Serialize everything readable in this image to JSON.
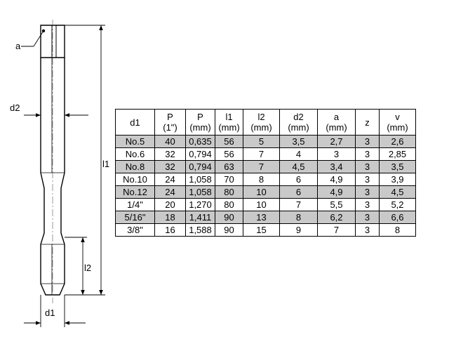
{
  "labels": {
    "a": "a",
    "d2": "d2",
    "l1": "l1",
    "l2": "l2",
    "d1": "d1"
  },
  "table": {
    "headers": [
      {
        "line1": "d1",
        "line2": ""
      },
      {
        "line1": "P",
        "line2": "(1\")"
      },
      {
        "line1": "P",
        "line2": "(mm)"
      },
      {
        "line1": "l1",
        "line2": "(mm)"
      },
      {
        "line1": "l2",
        "line2": "(mm)"
      },
      {
        "line1": "d2",
        "line2": "(mm)"
      },
      {
        "line1": "a",
        "line2": "(mm)"
      },
      {
        "line1": "z",
        "line2": ""
      },
      {
        "line1": "v",
        "line2": "(mm)"
      }
    ],
    "rows": [
      [
        "No.5",
        "40",
        "0,635",
        "56",
        "5",
        "3,5",
        "2,7",
        "3",
        "2,6"
      ],
      [
        "No.6",
        "32",
        "0,794",
        "56",
        "7",
        "4",
        "3",
        "3",
        "2,85"
      ],
      [
        "No.8",
        "32",
        "0,794",
        "63",
        "7",
        "4,5",
        "3,4",
        "3",
        "3,5"
      ],
      [
        "No.10",
        "24",
        "1,058",
        "70",
        "8",
        "6",
        "4,9",
        "3",
        "3,9"
      ],
      [
        "No.12",
        "24",
        "1,058",
        "80",
        "10",
        "6",
        "4,9",
        "3",
        "4,5"
      ],
      [
        "1/4\"",
        "20",
        "1,270",
        "80",
        "10",
        "7",
        "5,5",
        "3",
        "5,2"
      ],
      [
        "5/16\"",
        "18",
        "1,411",
        "90",
        "13",
        "8",
        "6,2",
        "3",
        "6,6"
      ],
      [
        "3/8\"",
        "16",
        "1,588",
        "90",
        "15",
        "9",
        "7",
        "3",
        "8"
      ]
    ]
  }
}
